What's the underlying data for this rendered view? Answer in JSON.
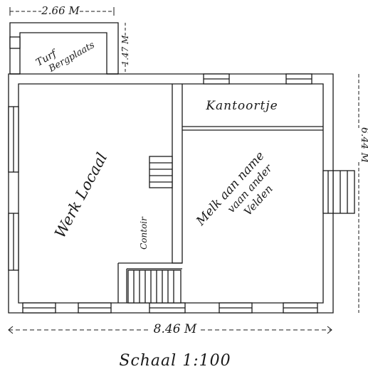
{
  "plan": {
    "dimensions": {
      "top_width": "2.66 M",
      "side_small": "1.47 M",
      "right_depth": "6.44 M",
      "bottom_width": "8.46 M"
    },
    "rooms": {
      "storage": [
        "Turf",
        "Bergplaats"
      ],
      "office": "Kantoortje",
      "workshop": "Werk Locaal",
      "counter": "Contoir",
      "milk_room": [
        "Melk aan name",
        "vaan ander",
        "Velden"
      ]
    },
    "scale": "Schaal 1:100"
  },
  "colors": {
    "ink": "#1a1a1a",
    "wall_fill": "#ffffff",
    "paper": "#ffffff"
  }
}
